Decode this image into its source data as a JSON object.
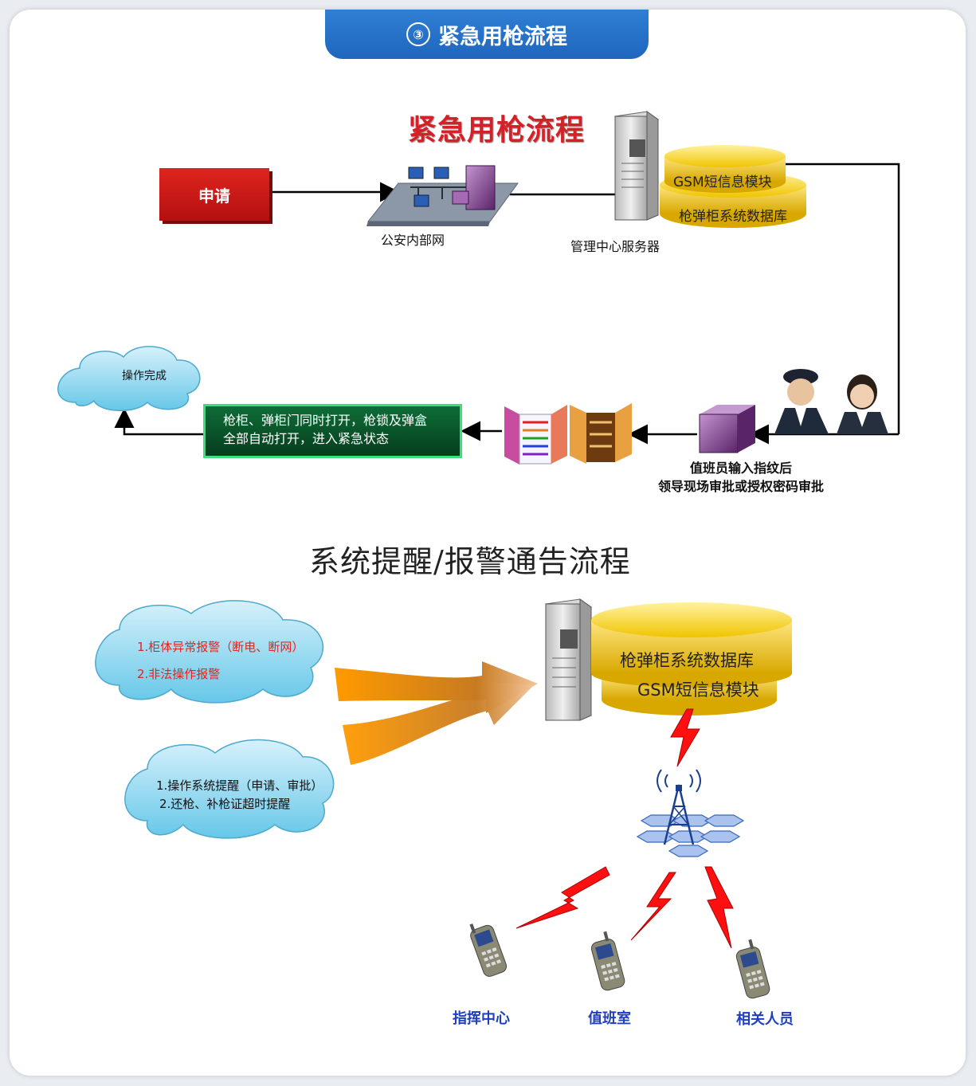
{
  "header": {
    "number": "③",
    "title": "紧急用枪流程"
  },
  "flow1": {
    "title": "紧急用枪流程",
    "apply_label": "申请",
    "network_label": "公安内部网",
    "server_label": "管理中心服务器",
    "gsm_module": "GSM短信息模块",
    "db_label": "枪弹柜系统数据库",
    "complete_label": "操作完成",
    "open_text_line1": "枪柜、弹柜门同时打开，枪锁及弹盒",
    "open_text_line2": "全部自动打开，进入紧急状态",
    "approval_line1": "值班员输入指纹后",
    "approval_line2": "领导现场审批或授权密码审批"
  },
  "flow2": {
    "title": "系统提醒/报警通告流程",
    "alarm1": "1.柜体异常报警（断电、断网）",
    "alarm2": "2.非法操作报警",
    "remind1": "1.操作系统提醒（申请、审批）",
    "remind2": "2.还枪、补枪证超时提醒",
    "db_label": "枪弹柜系统数据库",
    "gsm_module": "GSM短信息模块",
    "receivers": [
      "指挥中心",
      "值班室",
      "相关人员"
    ]
  },
  "colors": {
    "accent": "#1f66bd",
    "red": "#d42127",
    "green": "#0e6d36",
    "blue_text": "#1f3fbf"
  }
}
